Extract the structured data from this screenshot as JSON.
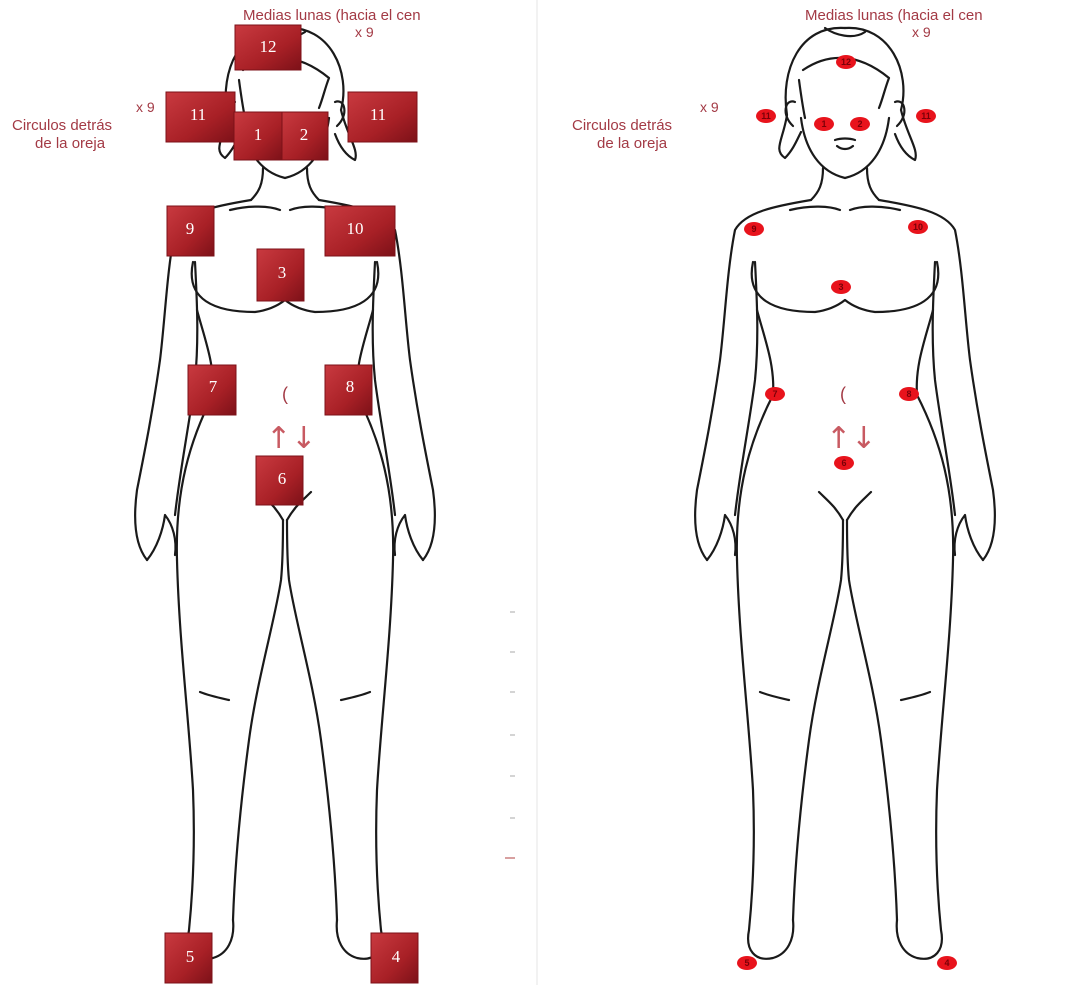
{
  "panels": [
    {
      "id": "left",
      "header_line1": "Medias lunas (hacia el cen",
      "header_line2": "x 9",
      "side_count": "x 9",
      "side_line1": "Circulos detrás",
      "side_line2": "de la oreja",
      "navel": "(",
      "arrows": "↑↓",
      "markers": [
        "12",
        "11",
        "1",
        "2",
        "11",
        "9",
        "10",
        "3",
        "7",
        "8",
        "6",
        "5",
        "4"
      ]
    },
    {
      "id": "right",
      "header_line1": "Medias lunas (hacia el cen",
      "header_line2": "x 9",
      "side_count": "x 9",
      "side_line1": "Circulos detrás",
      "side_line2": "de la oreja",
      "navel": "(",
      "arrows": "↑↓",
      "markers": [
        "12",
        "11",
        "1",
        "2",
        "11",
        "9",
        "10",
        "3",
        "7",
        "8",
        "6",
        "5",
        "4"
      ]
    }
  ],
  "colors": {
    "box_fill": "#b3262d",
    "box_edge": "#7c1118",
    "dot_fill": "#e8131c",
    "label_text": "#a33a45",
    "outline": "#1a1a1a"
  }
}
